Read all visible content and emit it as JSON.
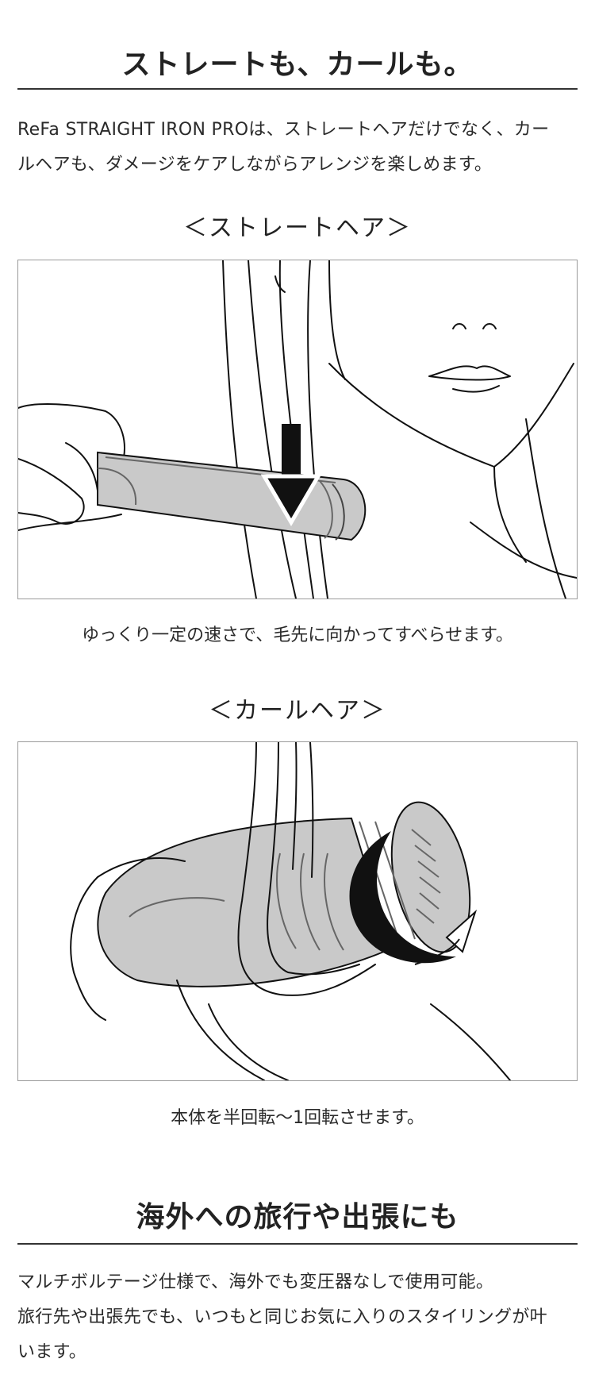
{
  "section1": {
    "title": "ストレートも、カールも。",
    "lines": [
      "ReFa STRAIGHT IRON PROは、ストレートヘアだけでなく、カー",
      "ルヘアも、ダメージをケアしながらアレンジを楽しめます。"
    ]
  },
  "straight": {
    "heading": "＜ストレートヘア＞",
    "caption": "ゆっくり一定の速さで、毛先に向かってすべらせます。"
  },
  "curl": {
    "heading": "＜カールヘア＞",
    "caption": "本体を半回転〜1回転させます。"
  },
  "section2": {
    "title": "海外への旅行や出張にも",
    "lines": [
      "マルチボルテージ仕様で、海外でも変圧器なしで使用可能。",
      "旅行先や出張先でも、いつもと同じお気に入りのスタイリングが叶",
      "います。"
    ]
  },
  "colors": {
    "text": "#2a2a2a",
    "rule": "#333333",
    "frame": "#9a9a9a",
    "device_fill": "#c9c9c9",
    "arrow": "#111111"
  }
}
